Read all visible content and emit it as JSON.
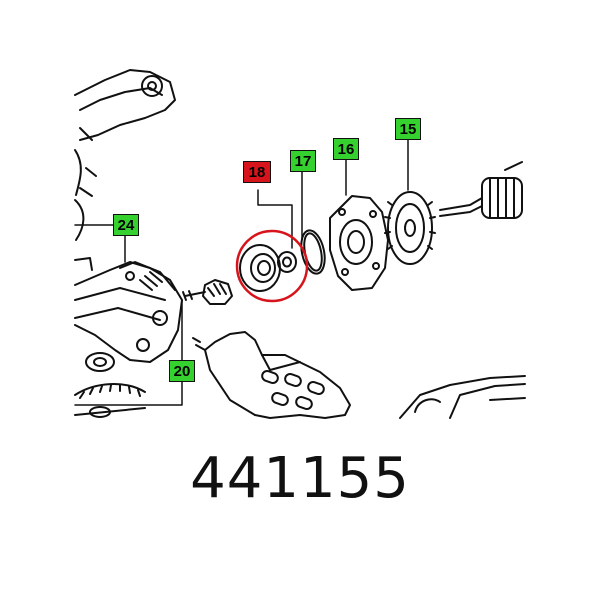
{
  "part_number": "441155",
  "colors": {
    "highlight": "#d7141b",
    "label": "#35d12e",
    "line": "#111111"
  },
  "callouts": [
    {
      "id": "24",
      "label": "24",
      "highlighted": false
    },
    {
      "id": "20",
      "label": "20",
      "highlighted": false
    },
    {
      "id": "18",
      "label": "18",
      "highlighted": true
    },
    {
      "id": "17",
      "label": "17",
      "highlighted": false
    },
    {
      "id": "16",
      "label": "16",
      "highlighted": false
    },
    {
      "id": "15",
      "label": "15",
      "highlighted": false
    }
  ]
}
